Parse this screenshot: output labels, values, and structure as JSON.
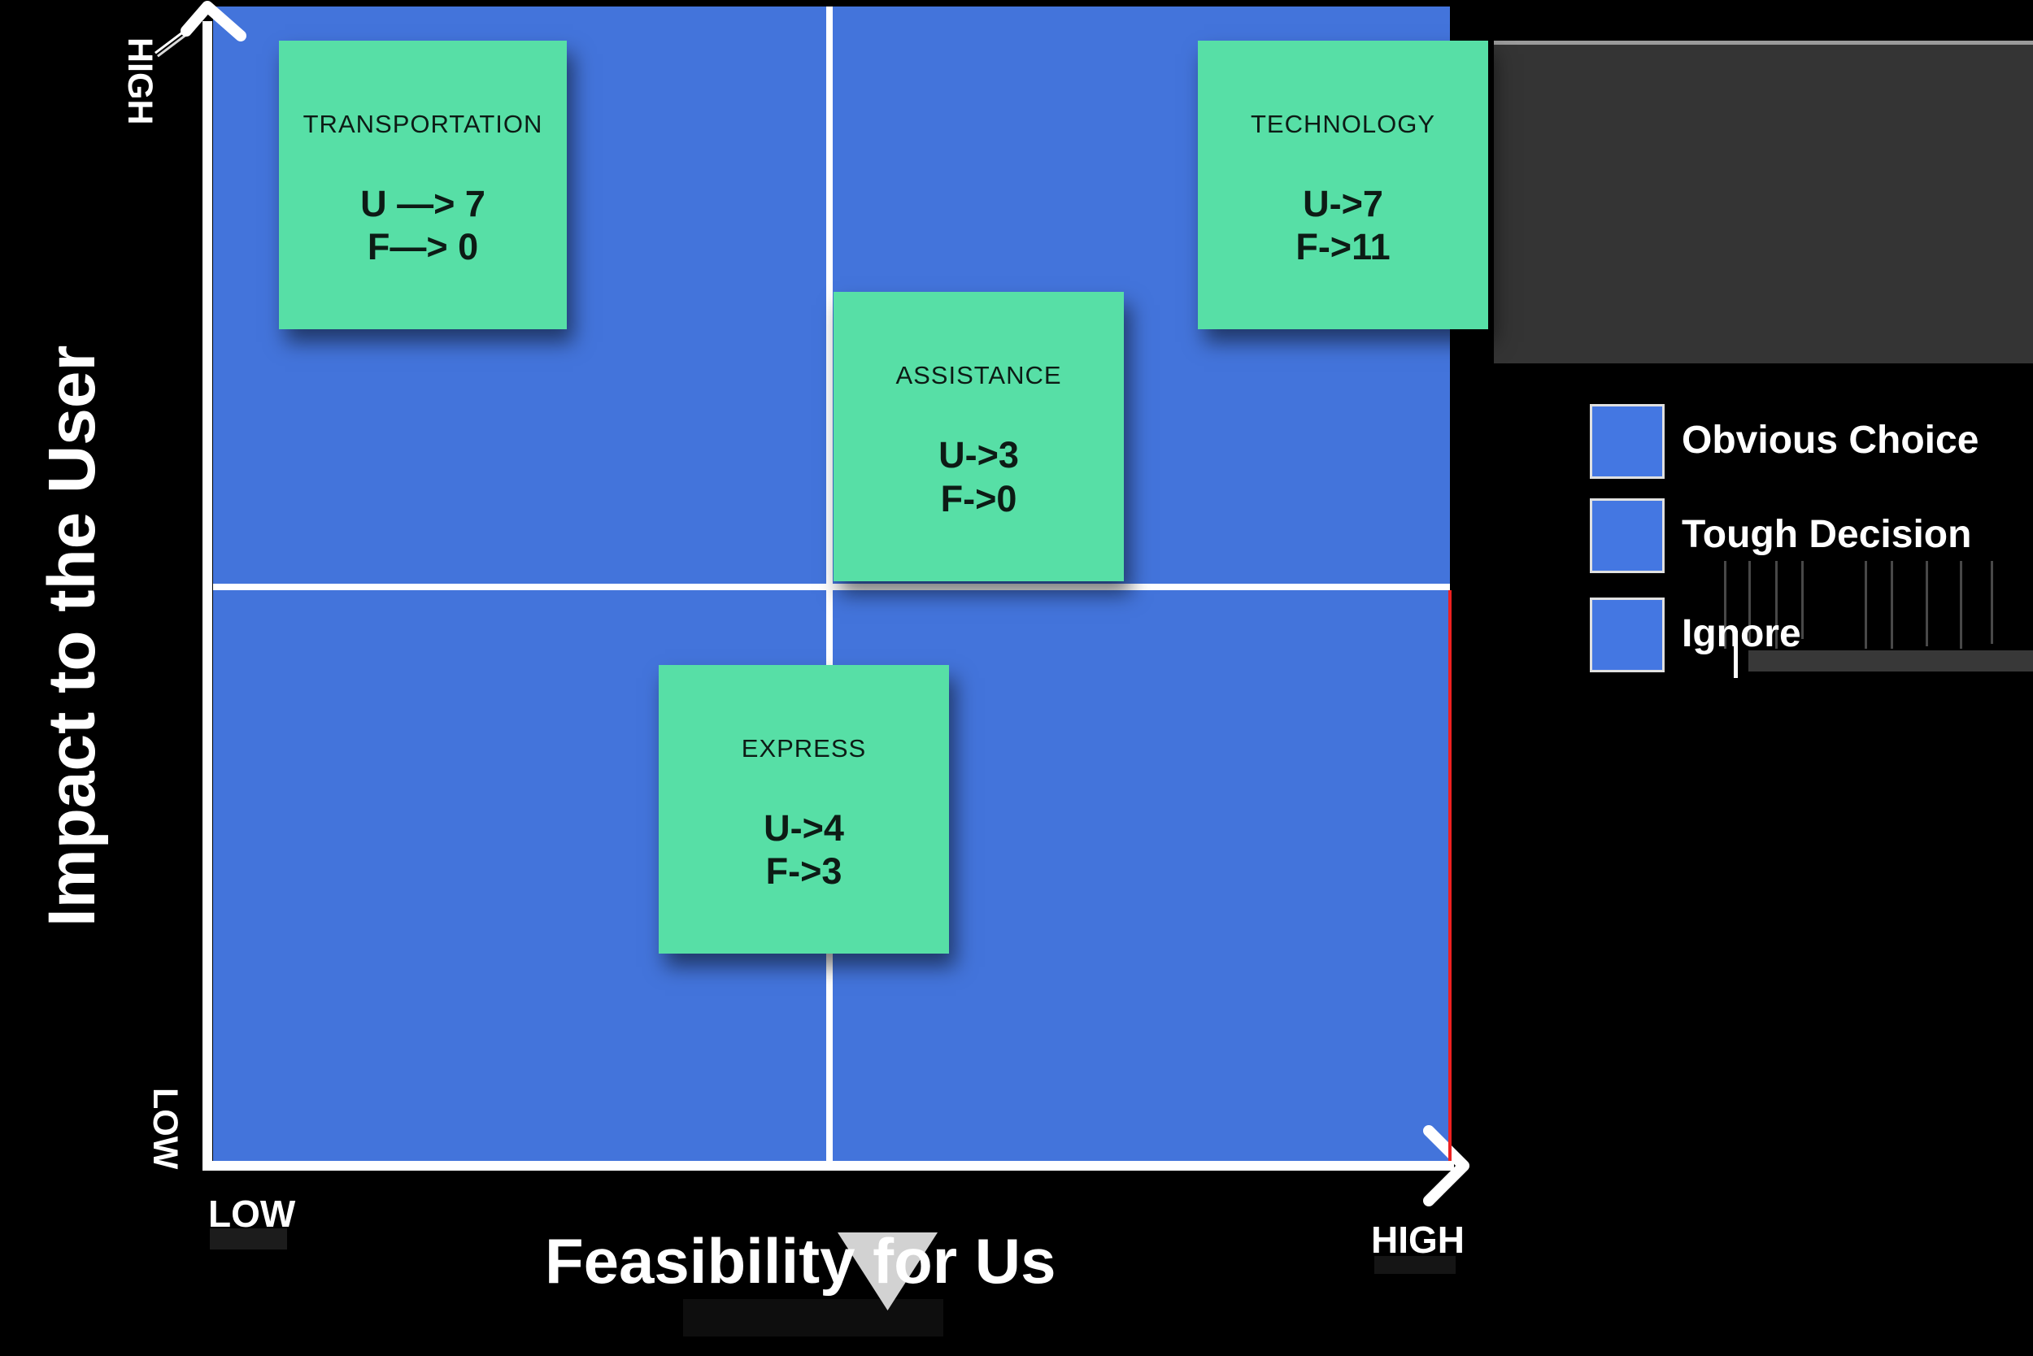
{
  "colors": {
    "bg": "#000000",
    "blue": "#4374DB",
    "green": "#57DFA6",
    "white": "#FFFFFF",
    "ink": "#0D1B15",
    "red": "#EE2020",
    "panel": "#343434",
    "panel-border": "#9A9A9A",
    "legend-blue": "#4477E2",
    "swatch-border": "#E0E0E0",
    "artifact": "#6E6E6E",
    "band": "#383838",
    "triangle": "#D2D2D2",
    "smudge": "#1C1C1C"
  },
  "matrix": {
    "x_axis": {
      "title": "Feasibility for Us",
      "low": "LOW",
      "high": "HIGH"
    },
    "y_axis": {
      "title": "Impact to the User",
      "low": "LOW",
      "high": "HIGH"
    }
  },
  "notes": [
    {
      "title": "TRANSPORTATION",
      "user_score": "U —> 7",
      "feasibility_score": "F—> 0"
    },
    {
      "title": "TECHNOLOGY",
      "user_score": "U->7",
      "feasibility_score": "F->11"
    },
    {
      "title": "ASSISTANCE",
      "user_score": "U->3",
      "feasibility_score": "F->0"
    },
    {
      "title": "EXPRESS",
      "user_score": "U->4",
      "feasibility_score": "F->3"
    }
  ],
  "legend": {
    "items": [
      {
        "label": "Obvious Choice"
      },
      {
        "label": "Tough Decision"
      },
      {
        "label": "Ignore"
      }
    ]
  }
}
